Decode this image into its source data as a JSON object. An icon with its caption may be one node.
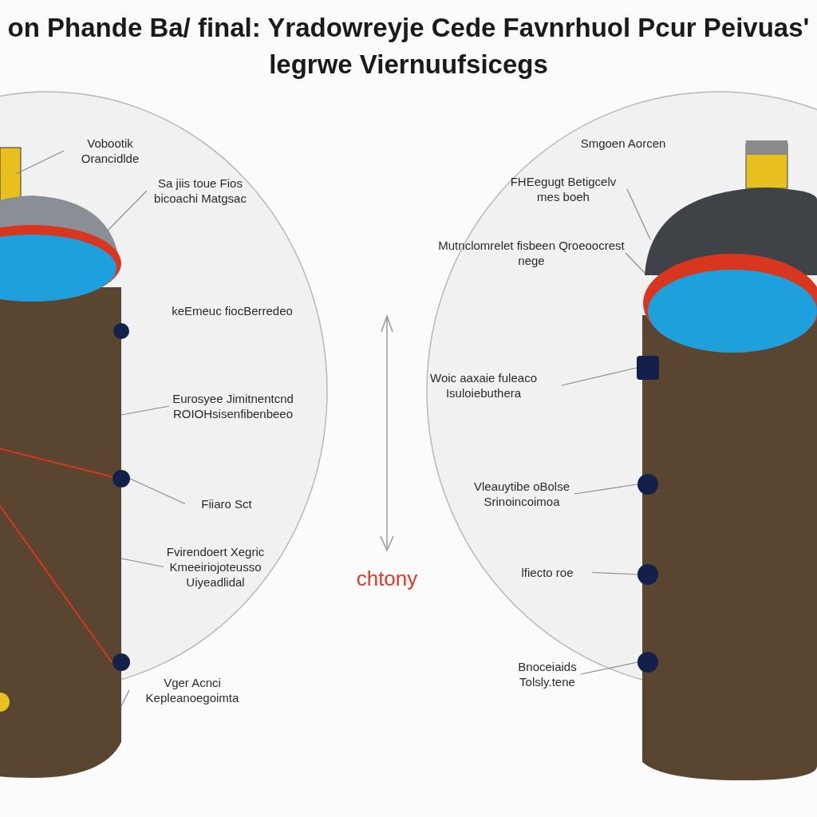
{
  "diagram": {
    "title": "on Phande Ba/ final: Yradowreyje Cede Favnrhuol Pcur Peivuas' legrwe Viernuufsicegs",
    "nodes": [
      {
        "text": [
          "Vobootik Orancidlde"
        ]
      },
      {
        "text": [
          "Sa jiis toue Fios bicoachi Matgsac"
        ]
      },
      {
        "text": [
          "keEmeuc fiocBerredeo"
        ]
      },
      {
        "text": [
          "Eurosyee Jimitnentcnd ROIOHsisenfibenbeeo"
        ]
      },
      {
        "text": [
          "Fiiaro Sct"
        ]
      },
      {
        "text": [
          "Fvirendoert Xegric Kmeeiriojoteusso Uiyeadlidal"
        ]
      },
      {
        "text": [
          "Vger Acnci Kepleanoegoimta"
        ]
      },
      {
        "text": [
          "Smgoen Aorcen"
        ]
      },
      {
        "text": [
          "FHEegugt Betigcelv mes boeh"
        ]
      },
      {
        "text": [
          "Mutnclomrelet fisbeen Qroeoocrest nege"
        ]
      },
      {
        "text": [
          "Woic aaxaie fuleaco Isuloiebuthera"
        ]
      },
      {
        "text": [
          "Vleauytibe oBolse Srinoincoimoa"
        ]
      },
      {
        "text": [
          "lfiecto roe"
        ]
      },
      {
        "text": [
          "Bnoceiaids Tolsly.tene"
        ]
      },
      {
        "text": [],
        "shape": "circle"
      },
      {
        "text": [],
        "shape": "circle"
      },
      {
        "text": [],
        "shape": "circle"
      },
      {
        "text": [],
        "shape": "cylinder"
      },
      {
        "text": [],
        "shape": "box"
      },
      {
        "text": [],
        "shape": "circle"
      },
      {
        "text": [],
        "shape": "circle"
      },
      {
        "text": [],
        "shape": "circle"
      }
    ],
    "edges": [
      {
        "from": 0,
        "to": 17,
        "arrow": "none"
      },
      {
        "from": 1,
        "to": 17,
        "arrow": "none"
      },
      {
        "from": 3,
        "to": 17,
        "arrow": "none"
      },
      {
        "from": 4,
        "to": 15,
        "arrow": "none"
      },
      {
        "from": 5,
        "to": 17,
        "arrow": "none"
      },
      {
        "from": 6,
        "to": 17,
        "arrow": "none"
      },
      {
        "from": 8,
        "to": null,
        "arrow": "none"
      },
      {
        "from": 9,
        "to": null,
        "arrow": "none"
      },
      {
        "from": 10,
        "to": 18,
        "arrow": "none"
      },
      {
        "from": 11,
        "to": 19,
        "arrow": "none"
      },
      {
        "from": 12,
        "to": 20,
        "arrow": "none"
      },
      {
        "from": 13,
        "to": 21,
        "arrow": "none"
      }
    ],
    "labels": [
      "chtony"
    ]
  }
}
